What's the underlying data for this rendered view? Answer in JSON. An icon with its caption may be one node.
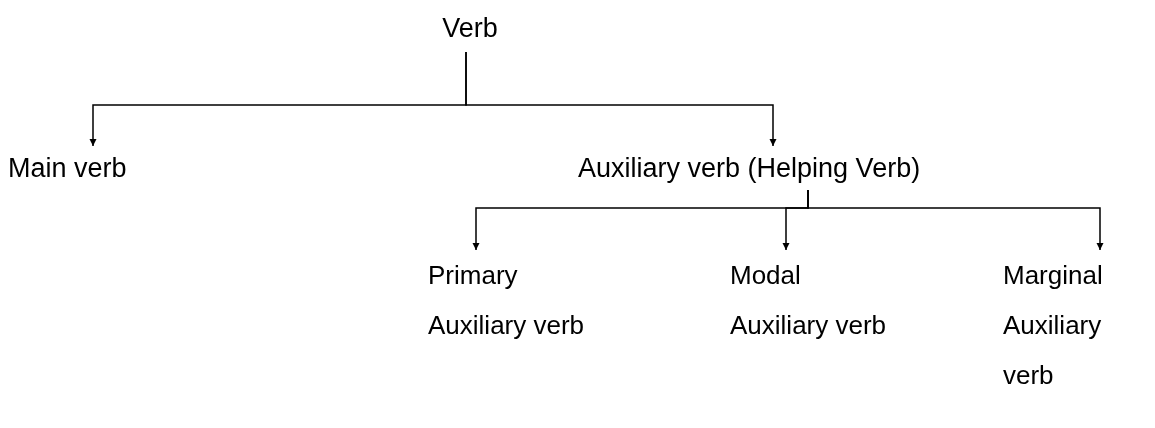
{
  "diagram": {
    "nodes": [
      {
        "text": [
          "Verb"
        ]
      },
      {
        "text": [
          "Main verb"
        ]
      },
      {
        "text": [
          "Auxiliary verb (Helping Verb)"
        ]
      },
      {
        "text": [
          "Primary Auxiliary verb"
        ]
      },
      {
        "text": [
          "Modal Auxiliary verb"
        ]
      },
      {
        "text": [
          "Marginal Auxiliary verb"
        ]
      }
    ],
    "edges": [
      {
        "from": 0,
        "to": 1,
        "arrow": "to"
      },
      {
        "from": 0,
        "to": 2,
        "arrow": "to"
      },
      {
        "from": 2,
        "to": 3,
        "arrow": "to"
      },
      {
        "from": 2,
        "to": 4,
        "arrow": "to"
      },
      {
        "from": 2,
        "to": 5,
        "arrow": "to"
      }
    ]
  }
}
